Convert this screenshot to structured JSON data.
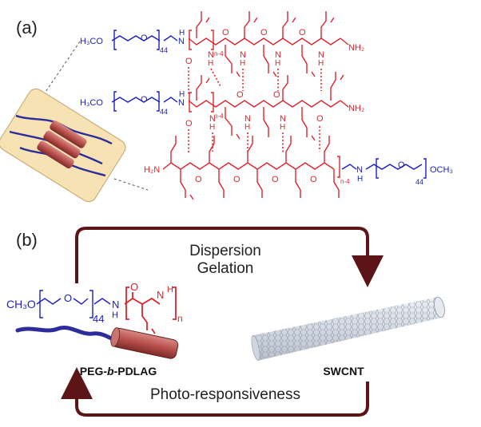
{
  "panel_a": {
    "label": "(a)",
    "chain1": {
      "head": "H₃CO",
      "n": "44",
      "nh": "H",
      "nn": "N",
      "sub": "n-4",
      "end": "NH₂"
    },
    "chain2": {
      "head": "H₃CO",
      "n": "44",
      "nh": "H",
      "nn": "N",
      "sub": "n-4",
      "end": "NH₂"
    },
    "chain3": {
      "start": "H₂N",
      "sub": "n-4",
      "n": "44",
      "tail": "OCH₃",
      "nh": "H",
      "nn": "N"
    },
    "o_atom": "O",
    "n_atom": "N",
    "h_atom": "H"
  },
  "panel_b": {
    "label": "(b)",
    "top_arrow_line1": "Dispersion",
    "top_arrow_line2": "Gelation",
    "bottom_arrow": "Photo-responsiveness",
    "polymer_formula": {
      "head": "CH₃O",
      "o": "O",
      "n44": "44",
      "nh": "N",
      "h": "H",
      "o2": "O",
      "nh2": "N",
      "h2": "H",
      "n": "n"
    },
    "polymer_label_pre": "PEG-",
    "polymer_label_italic": "b",
    "polymer_label_post": "-PDLAG",
    "nanotube_label": "SWCNT"
  },
  "colors": {
    "peg": "#1d1ec2",
    "polypeptide": "#e0242c",
    "arrow": "#5c1416",
    "rod": "#b8504c",
    "card": "#f7e2b4"
  }
}
